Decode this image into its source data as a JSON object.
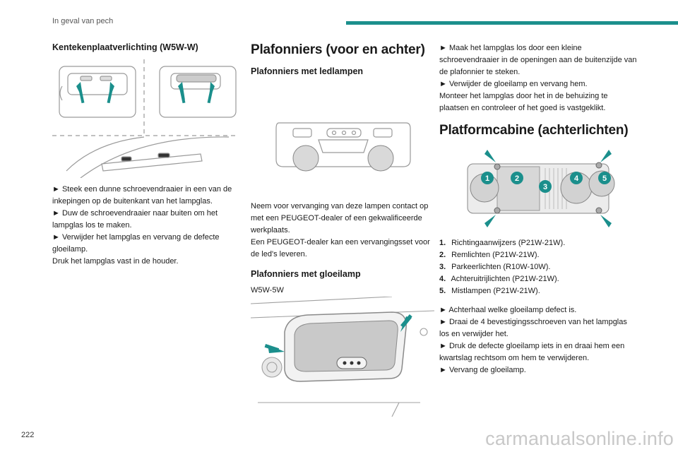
{
  "header": {
    "section_title": "In geval van pech",
    "accent_color": "#1b8f8c"
  },
  "footer": {
    "page_number": "222",
    "watermark": "carmanualsonline.info"
  },
  "col1": {
    "heading": "Kentekenplaatverlichting (W5W-W)",
    "steps": [
      "► Steek een dunne schroevendraaier in een van de inkepingen op de buitenkant van het lampglas.",
      "► Duw de schroevendraaier naar buiten om het lampglas los te maken.",
      "► Verwijder het lampglas en vervang de defecte gloeilamp.",
      "Druk het lampglas vast in de houder."
    ]
  },
  "col2": {
    "title": "Plafonniers (voor en achter)",
    "led_heading": "Plafonniers met ledlampen",
    "led_text": [
      "Neem voor vervanging van deze lampen contact op met een PEUGEOT-dealer of een gekwalificeerde werkplaats.",
      "Een PEUGEOT-dealer kan een vervangingsset voor de led's leveren."
    ],
    "bulb_heading": "Plafonniers met gloeilamp",
    "bulb_type": "W5W-5W"
  },
  "col3": {
    "steps_top": [
      "► Maak het lampglas los door een kleine schroevendraaier in de openingen aan de buitenzijde van de plafonnier te steken.",
      "► Verwijder de gloeilamp en vervang hem.",
      "Monteer het lampglas door het in de behuizing te plaatsen en controleer of het goed is vastgeklikt."
    ],
    "title": "Platformcabine (achterlichten)",
    "callouts": [
      "1",
      "2",
      "3",
      "4",
      "5"
    ],
    "list": [
      {
        "num": "1.",
        "text": "Richtingaanwijzers (P21W-21W)."
      },
      {
        "num": "2.",
        "text": "Remlichten (P21W-21W)."
      },
      {
        "num": "3.",
        "text": "Parkeerlichten (R10W-10W)."
      },
      {
        "num": "4.",
        "text": "Achteruitrijlichten (P21W-21W)."
      },
      {
        "num": "5.",
        "text": "Mistlampen (P21W-21W)."
      }
    ],
    "steps_bottom": [
      "► Achterhaal welke gloeilamp defect is.",
      "► Draai de 4 bevestigingsschroeven van het lampglas los en verwijder het.",
      "► Druk de defecte gloeilamp iets in en draai hem een kwartslag rechtsom om hem te verwijderen.",
      "► Vervang de gloeilamp."
    ]
  }
}
